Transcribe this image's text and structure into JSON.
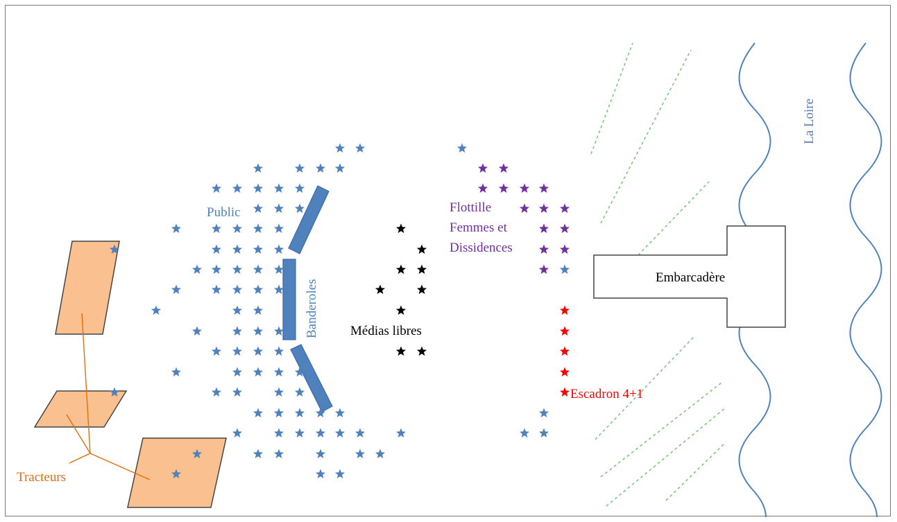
{
  "labels": {
    "public": "Public",
    "banderoles": "Banderoles",
    "medias": "Médias libres",
    "flottille_line1": "Flottille",
    "flottille_line2": "Femmes et",
    "flottille_line3": "Dissidences",
    "embarcadere": "Embarcadère",
    "la_loire": "La Loire",
    "escadron": "Escadron 4+1",
    "tracteurs": "Tracteurs"
  },
  "colors": {
    "public_blue": "#4f81bd",
    "banner_fill": "#4f81bd",
    "banner_stroke": "#3a6aa8",
    "tractor_fill": "#fac090",
    "tractor_label": "#e46c0a",
    "flottille_purple": "#7030a0",
    "media_black": "#000000",
    "escadron_red": "#ff0000",
    "river_blue": "#4f81bd",
    "hatch_green": "#7ac97a",
    "frame_gray": "#777777"
  },
  "icons": {
    "star": "star-icon"
  }
}
